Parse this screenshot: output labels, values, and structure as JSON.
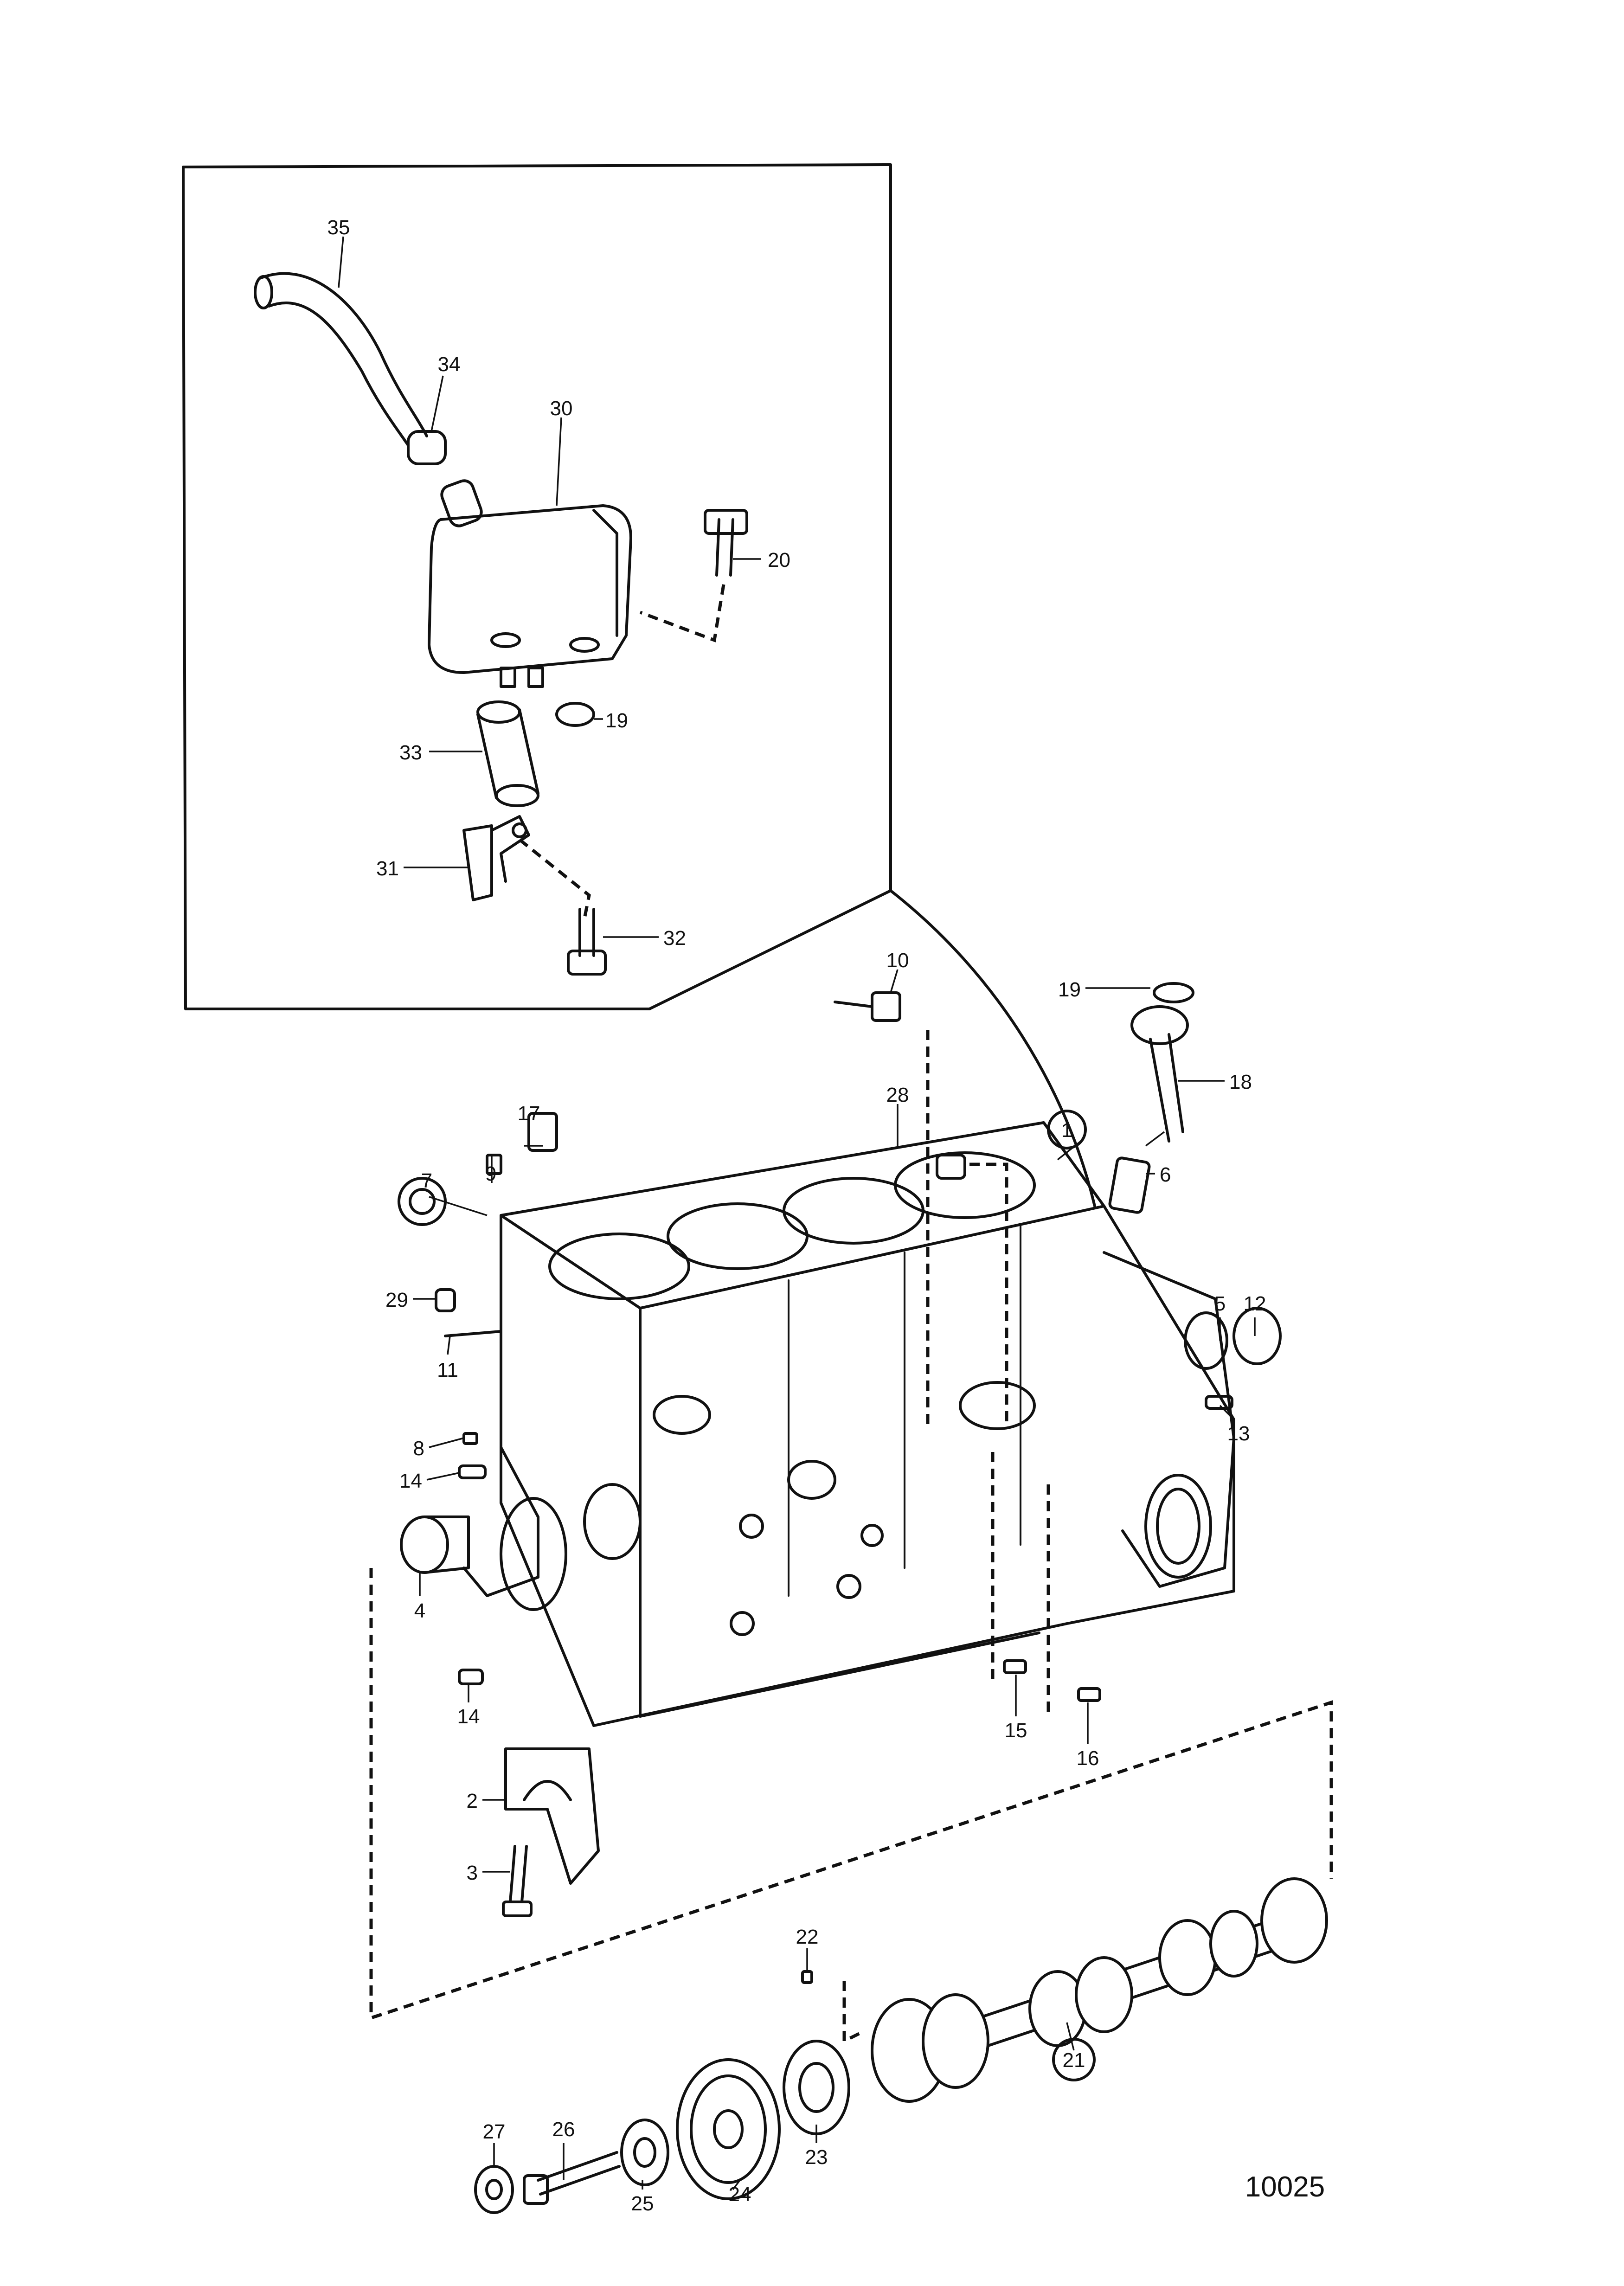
{
  "drawing_number": "10025",
  "part_labels": {
    "p1": "1",
    "p2": "2",
    "p3": "3",
    "p4": "4",
    "p5": "5",
    "p6": "6",
    "p7": "7",
    "p8": "8",
    "p9": "9",
    "p10": "10",
    "p11": "11",
    "p12": "12",
    "p13": "13",
    "p14a": "14",
    "p14b": "14",
    "p15": "15",
    "p16": "16",
    "p17": "17",
    "p18": "18",
    "p19a": "19",
    "p19b": "19",
    "p20": "20",
    "p21": "21",
    "p22": "22",
    "p23": "23",
    "p24": "24",
    "p25": "25",
    "p26": "26",
    "p27": "27",
    "p28": "28",
    "p29": "29",
    "p30": "30",
    "p31": "31",
    "p32": "32",
    "p33": "33",
    "p34": "34",
    "p35": "35"
  }
}
